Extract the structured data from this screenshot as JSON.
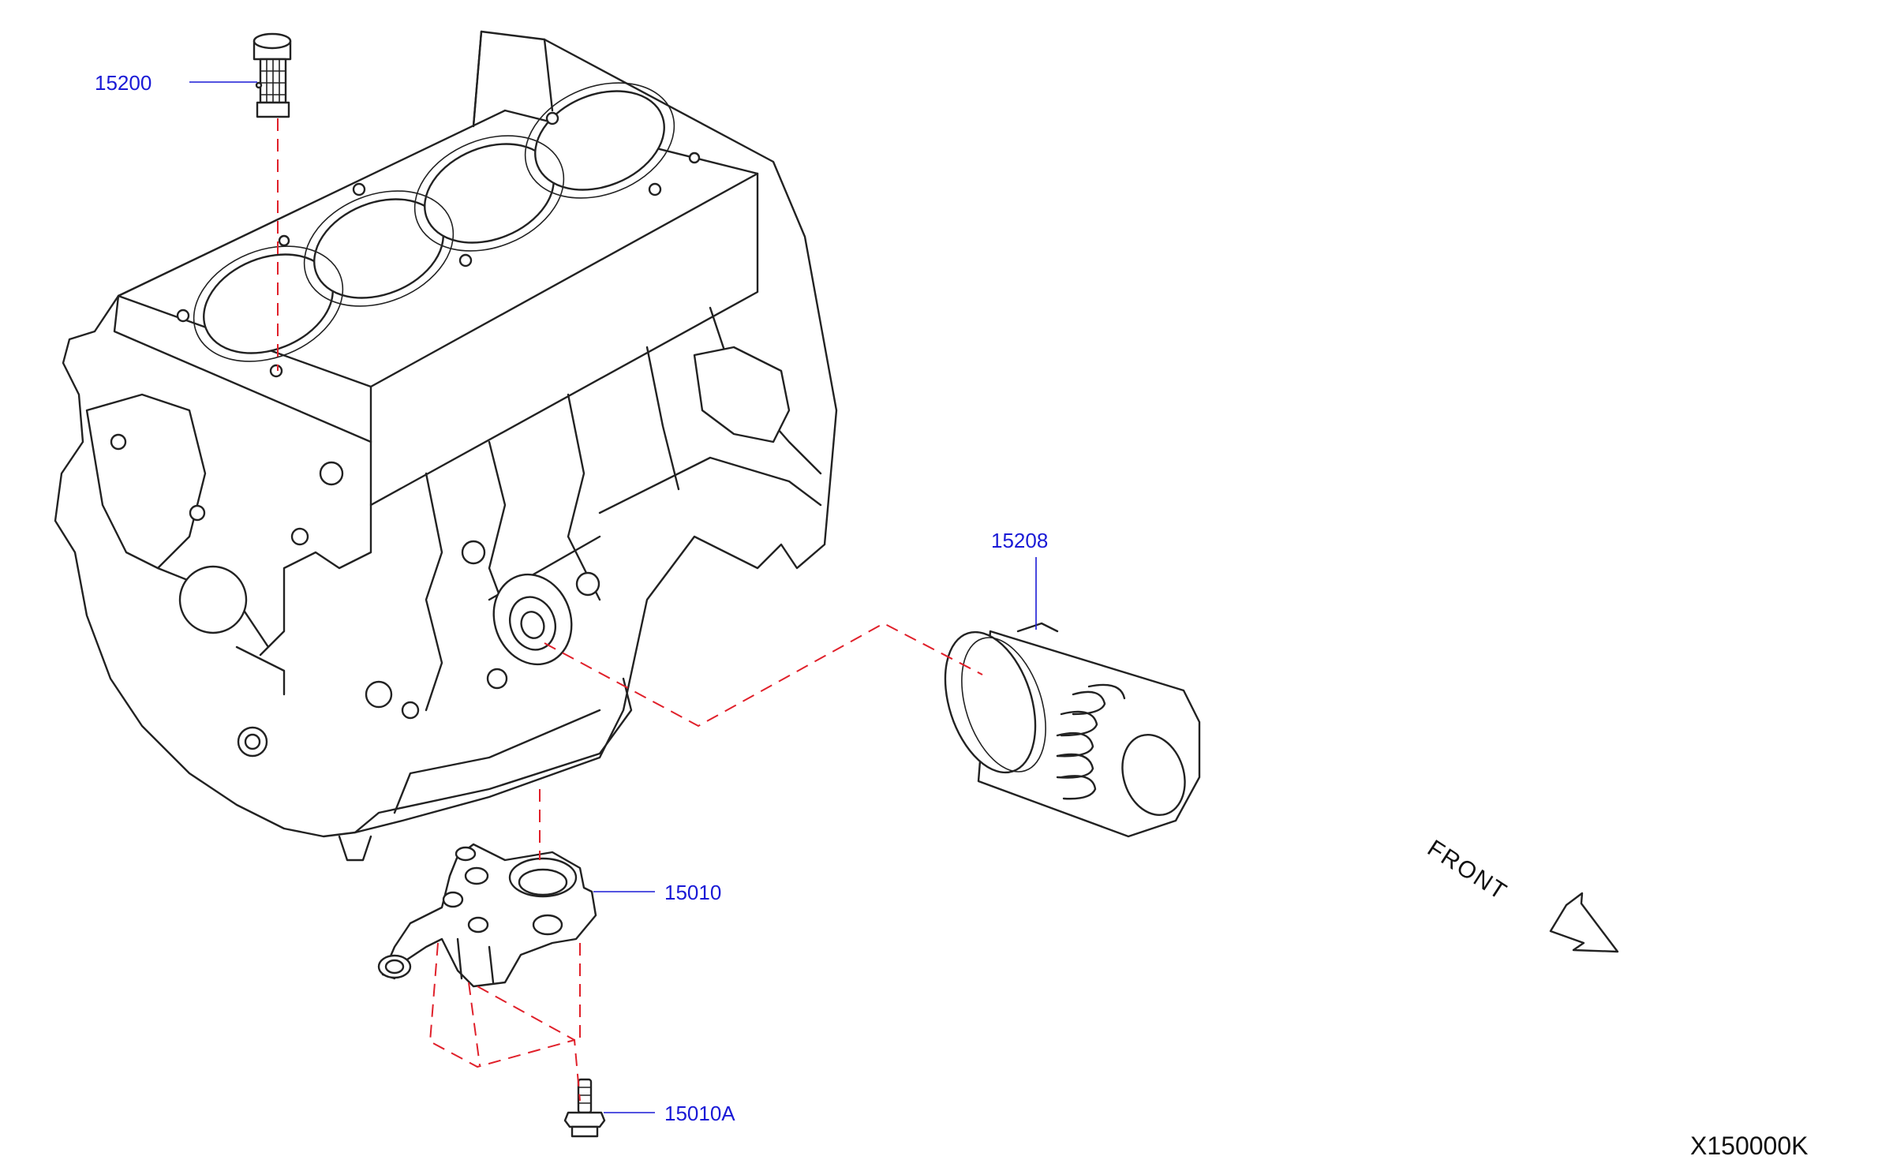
{
  "parts": [
    {
      "id": "strainer",
      "number": "15200"
    },
    {
      "id": "oil-filter",
      "number": "15208"
    },
    {
      "id": "oil-pump",
      "number": "15010"
    },
    {
      "id": "bolt",
      "number": "15010A"
    }
  ],
  "direction_label": "FRONT",
  "illustration_code": "X150000K",
  "colors": {
    "callout_text": "#1a1ad6",
    "leader_line": "#1a1ad6",
    "assembly_dash": "#e0202a",
    "outline": "#222222"
  }
}
